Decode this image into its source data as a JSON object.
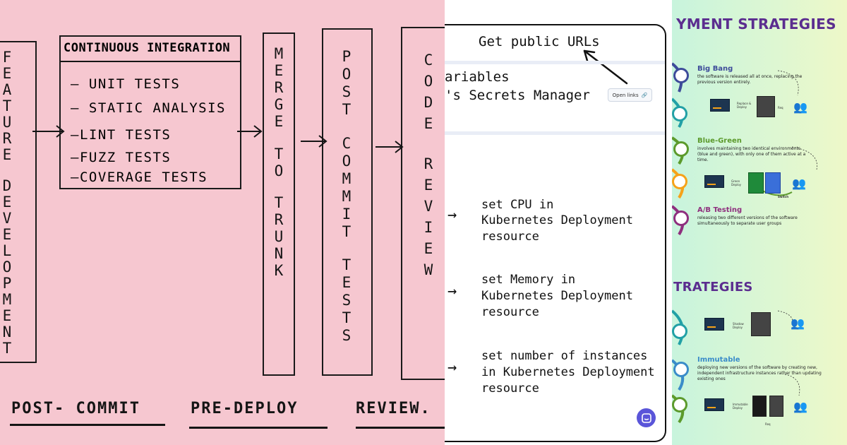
{
  "panel1": {
    "feature_development": [
      "F",
      "E",
      "A",
      "T",
      "U",
      "R",
      "E",
      "D",
      "E",
      "V",
      "E",
      "L",
      "O",
      "P",
      "M",
      "E",
      "N",
      "T"
    ],
    "ci_title": "CONTINUOUS INTEGRATION",
    "ci_items": [
      "— UNIT TESTS",
      "— STATIC ANALYSIS",
      "—LINT TESTS",
      "—FUZZ TESTS",
      "—COVERAGE TESTS"
    ],
    "merge_to_trunk": [
      "M",
      "E",
      "R",
      "G",
      "E",
      "T",
      "O",
      "T",
      "R",
      "U",
      "N",
      "K"
    ],
    "post_commit_tests": [
      "P",
      "O",
      "S",
      "T",
      "C",
      "O",
      "M",
      "M",
      "I",
      "T",
      "T",
      "E",
      "S",
      "T",
      "S"
    ],
    "code_review": [
      "C",
      "O",
      "D",
      "E",
      "R",
      "E",
      "V",
      "I",
      "E",
      "W"
    ],
    "footer": [
      "POST- COMMIT",
      "PRE-DEPLOY",
      "REVIEW."
    ]
  },
  "panel2": {
    "get_public_urls": "Get public URLs",
    "line1": "ariables",
    "line2": "'s Secrets Manager",
    "open_links": "Open links",
    "items": [
      [
        "set CPU in",
        "Kubernetes Deployment",
        "resource"
      ],
      [
        "set Memory in",
        "Kubernetes Deployment",
        "resource"
      ],
      [
        "set number of instances",
        "in Kubernetes Deployment",
        "resource"
      ]
    ]
  },
  "panel3": {
    "heading_top": "YMENT STRATEGIES",
    "heading_mid": "TRATEGIES",
    "sections": [
      {
        "title": "Big Bang",
        "desc": "the software is released all at once, replacing the previous version entirely.",
        "color": "#3d4b9a"
      },
      {
        "title": "Blue-Green",
        "desc": "involves maintaining two identical environments (blue and green), with only one of them active at a time.",
        "color": "#5c9a2c"
      },
      {
        "title": "A/B Testing",
        "desc": "releasing two different versions of the software simultaneously to separate user groups",
        "color": "#8e2f7e"
      },
      {
        "title": "Immutable",
        "desc": "deploying new versions of the software by creating new, independent infrastructure instances rather than updating existing ones",
        "color": "#3a8cc9"
      }
    ],
    "labels": {
      "replace_deploy": "Replace & Deploy",
      "req": "Req",
      "green_deploy": "Green Deploy",
      "switch": "Switch",
      "shadow_deploy": "Shadow Deploy",
      "immutable_deploy": "Immutable Deploy"
    }
  }
}
